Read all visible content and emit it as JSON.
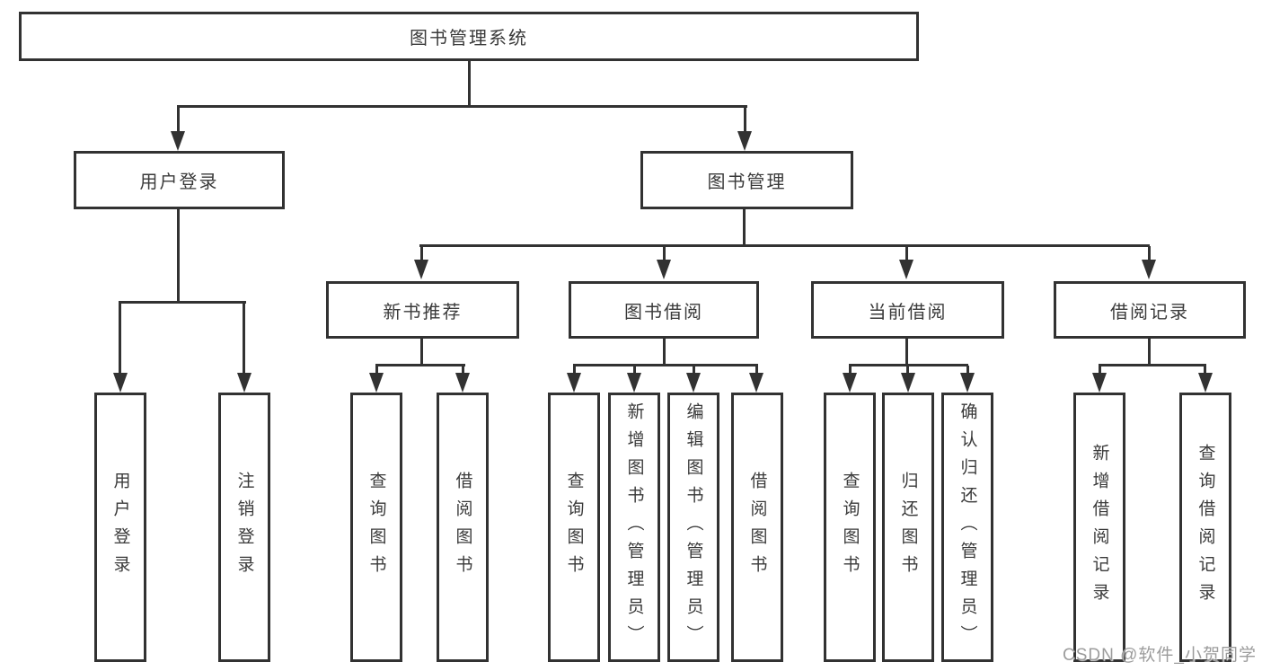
{
  "diagram": {
    "title": "图书管理系统",
    "level2": {
      "user_login": "用户登录",
      "book_mgmt": "图书管理"
    },
    "level3": {
      "new_books": "新书推荐",
      "book_borrow": "图书借阅",
      "current_borrow": "当前借阅",
      "borrow_records": "借阅记录"
    },
    "leaves": {
      "user_login": [
        "用户登录",
        "注销登录"
      ],
      "new_books": [
        "查询图书",
        "借阅图书"
      ],
      "book_borrow": [
        "查询图书",
        "新增图书（管理员）",
        "编辑图书（管理员）",
        "借阅图书"
      ],
      "current_borrow": [
        "查询图书",
        "归还图书",
        "确认归还（管理员）"
      ],
      "borrow_records": [
        "新增借阅记录",
        "查询借阅记录"
      ]
    }
  },
  "watermark": "CSDN @软件_小贺同学",
  "colors": {
    "line": "#323232",
    "text": "#3a3a3a",
    "watermark_text": "#9c9c9c",
    "background": "#ffffff"
  }
}
